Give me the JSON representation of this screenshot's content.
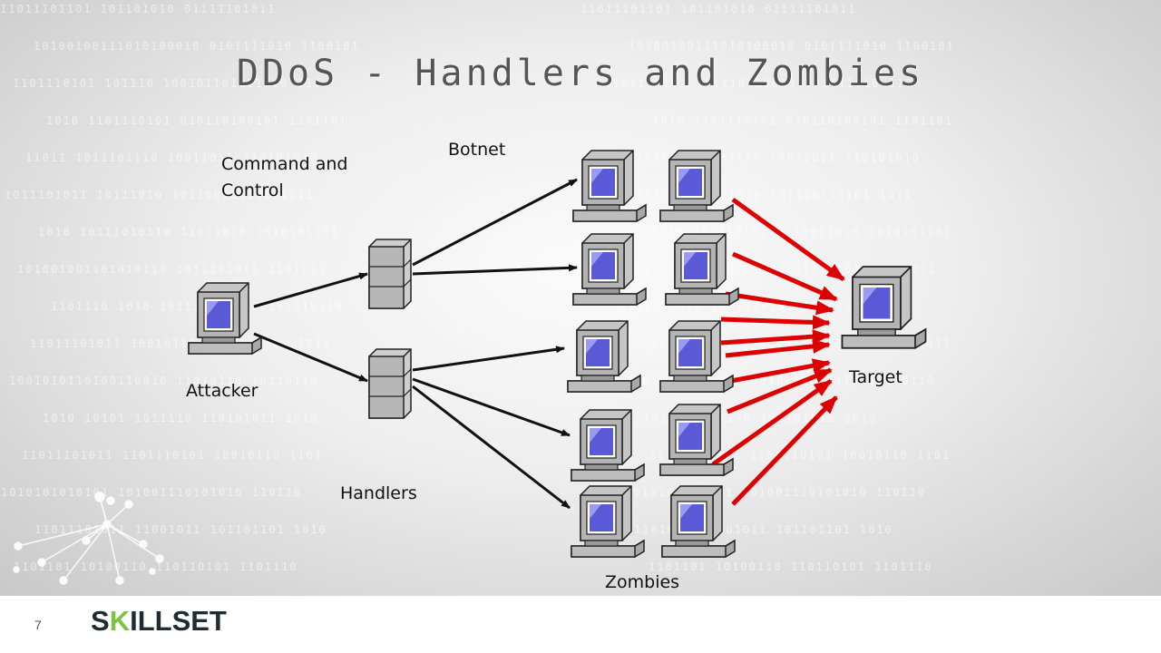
{
  "slide": {
    "title": "DDoS - Handlers and Zombies",
    "page_number": "7"
  },
  "labels": {
    "command_and_control": "Command and Control",
    "botnet": "Botnet",
    "attacker": "Attacker",
    "handlers": "Handlers",
    "zombies": "Zombies",
    "target": "Target"
  },
  "logo": {
    "text_s": "S",
    "text_k": "K",
    "text_rest": "ILLSET"
  },
  "colors": {
    "attack_arrow": "#dd0000",
    "control_arrow": "#111111",
    "screen": "#5a5ad6"
  },
  "background_binary": [
    "11011101101   101101010   01111101011",
    "10100100111010100010   0101111010   1100101",
    "1101110101   101110   100101101011010   110",
    "1010   1101110101   010110100101   1101101",
    "11011   1011101110   10011011   110101010",
    "1011101011   10111010   101100110101   1011",
    "1010   10111010110   11011010   1010101101",
    "101001001101010110   1011101011   1101011",
    "1101110   1010   1011110101   10101010110",
    "11011101011   10010110   1010110101   1011",
    "1001010110100110010   11010110   10110110",
    "1010   10101   1011110   110101011   1010",
    "11011101011   1101110101   10010110   1101",
    "1010101010101   101001110101010   110110",
    "11011101011   11001011   101101101   1010",
    "1101101   10100110   110110101   1101110"
  ]
}
